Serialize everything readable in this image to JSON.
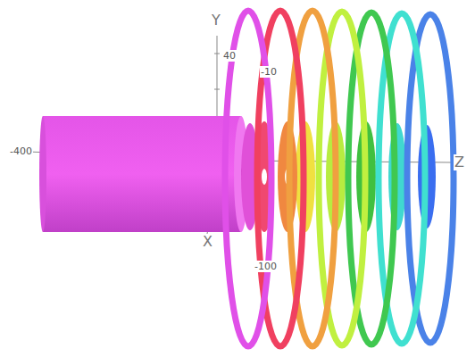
{
  "diagram": {
    "labels": [
      "Y",
      "Z",
      "X",
      "-400",
      "40",
      "-10",
      "-100"
    ]
  }
}
